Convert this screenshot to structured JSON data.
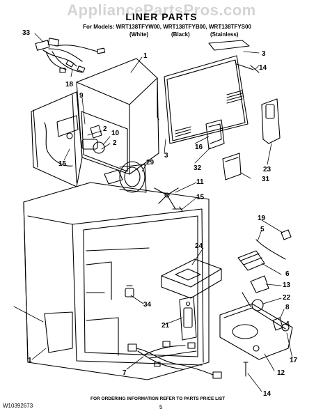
{
  "header": {
    "watermark": "AppliancePartsPros.com",
    "title": "LINER PARTS",
    "models_line": "For Models: WRT138TFYW00, WRT138TFYB00, WRT138TFYS00",
    "finish_white": "(White)",
    "finish_black": "(Black)",
    "finish_stainless": "(Stainless)"
  },
  "callouts": [
    "33",
    "1",
    "3",
    "14",
    "18",
    "9",
    "2",
    "10",
    "2",
    "15",
    "16",
    "23",
    "32",
    "3",
    "29",
    "11",
    "15",
    "31",
    "19",
    "5",
    "24",
    "6",
    "13",
    "22",
    "8",
    "34",
    "21",
    "4",
    "17",
    "12",
    "7",
    "1",
    "14"
  ],
  "footer": {
    "doc_id": "W10392673",
    "order_note": "FOR ORDERING INFORMATION REFER TO PARTS PRICE LIST",
    "page_number": "5"
  }
}
